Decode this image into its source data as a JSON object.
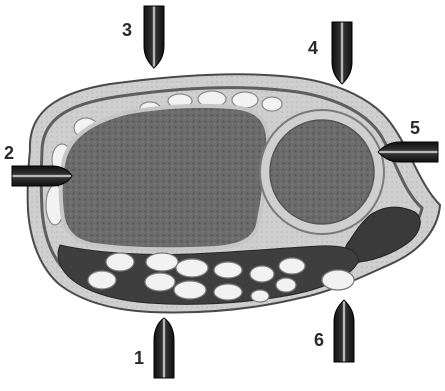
{
  "figure": {
    "portals": [
      {
        "id": "1",
        "label": "1"
      },
      {
        "id": "2",
        "label": "2"
      },
      {
        "id": "3",
        "label": "3"
      },
      {
        "id": "4",
        "label": "4"
      },
      {
        "id": "5",
        "label": "5"
      },
      {
        "id": "6",
        "label": "6"
      }
    ]
  },
  "colors": {
    "outer_tissue": "#d4d4d4",
    "skin_outline": "#5a5a5a",
    "bone": "#6b6b6b",
    "bone_rim": "#c6c6c6",
    "tendons": "#f2f2f2",
    "dark_tissue": "#3a3a3a",
    "instrument": "#1f1f1f"
  }
}
